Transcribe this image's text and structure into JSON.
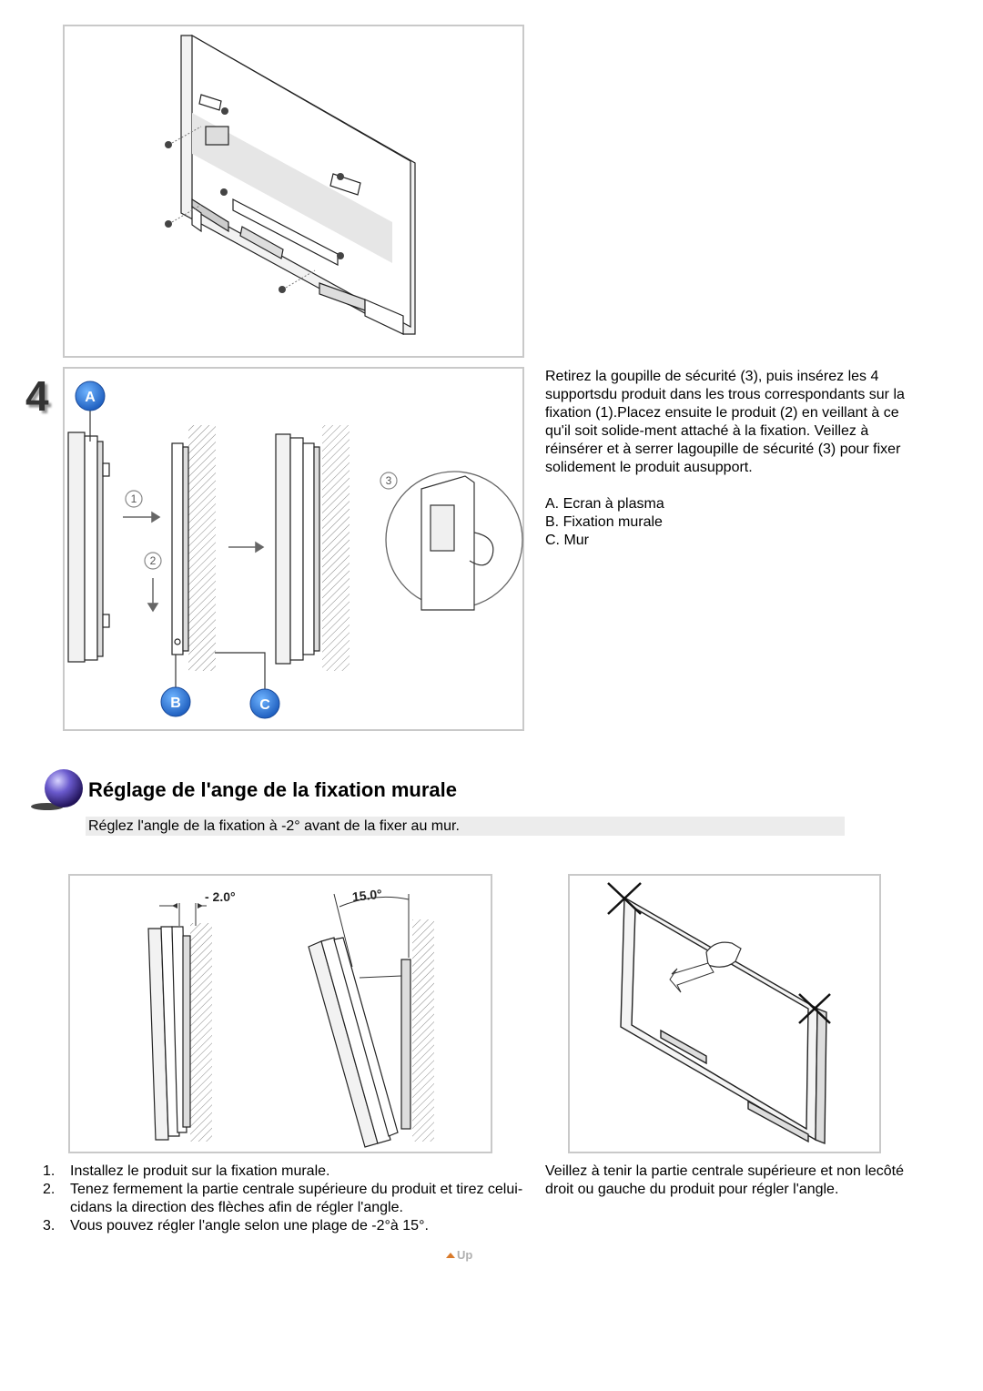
{
  "step_number": "4",
  "step_text": "Retirez la goupille de sécurité (3), puis insérez les 4 supportsdu produit dans les trous correspondants sur la fixation (1).Placez ensuite le produit (2) en veillant à ce qu'il soit solide-ment attaché à la fixation. Veillez à réinsérer et à serrer lagoupille de sécurité (3) pour fixer solidement le produit ausupport.",
  "legend": [
    "A. Ecran à plasma",
    "B. Fixation murale",
    "C. Mur"
  ],
  "diagram_labels": {
    "a": "A",
    "b": "B",
    "c": "C",
    "n1": "1",
    "n2": "2",
    "n3": "3"
  },
  "section_title": "Réglage de l'ange de la fixation murale",
  "section_subtitle": "Réglez l'angle de la fixation à -2° avant de la fixer au mur.",
  "angle_labels": {
    "min": "- 2.0°",
    "max": "15.0°"
  },
  "steps": [
    {
      "n": "1.",
      "text": "Installez le produit sur la fixation murale."
    },
    {
      "n": "2.",
      "text": "Tenez fermement la partie centrale supérieure du produit et tirez celui-cidans la direction des flèches afin de régler l'angle."
    },
    {
      "n": "3.",
      "text": "Vous pouvez régler l'angle selon une plage de -2°à 15°."
    }
  ],
  "note_text": "Veillez à tenir la partie centrale supérieure et non lecôté droit ou gauche du produit pour régler l'angle.",
  "up_label": "Up"
}
